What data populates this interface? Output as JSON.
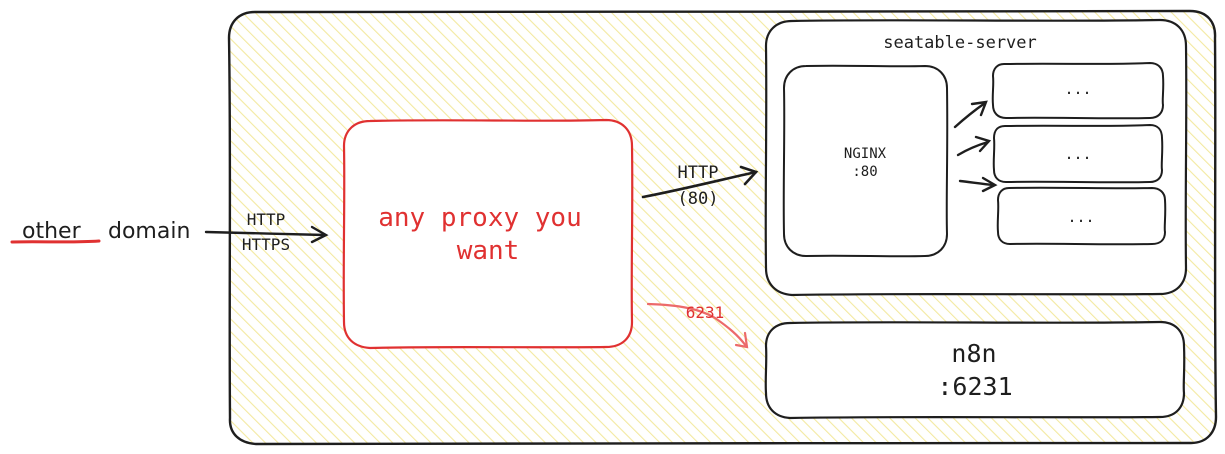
{
  "external": {
    "label_part1": "other",
    "label_part2": "domain"
  },
  "protocols_in": {
    "line1": "HTTP",
    "line2": "HTTPS"
  },
  "proxy": {
    "line1": "any proxy you",
    "line2": "want"
  },
  "http_link": {
    "line1": "HTTP",
    "line2": "(80)"
  },
  "server": {
    "title": "seatable-server",
    "nginx_line1": "NGINX",
    "nginx_line2": ":80",
    "services": [
      "...",
      "...",
      "..."
    ]
  },
  "port_link": {
    "label": "6231"
  },
  "n8n": {
    "line1": "n8n",
    "line2": ":6231"
  },
  "colors": {
    "outline": "#1e1e1e",
    "accent_red": "#e03131",
    "hatch_yellow": "#f3e9a0"
  }
}
